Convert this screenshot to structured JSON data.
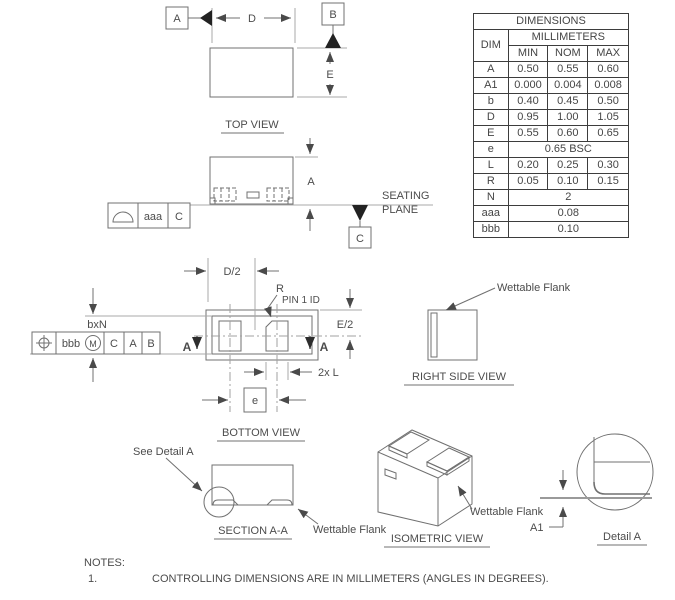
{
  "table": {
    "title": "DIMENSIONS",
    "dim_header": "DIM",
    "unit_header": "MILLIMETERS",
    "columns": [
      "MIN",
      "NOM",
      "MAX"
    ],
    "rows": [
      {
        "dim": "A",
        "min": "0.50",
        "nom": "0.55",
        "max": "0.60"
      },
      {
        "dim": "A1",
        "min": "0.000",
        "nom": "0.004",
        "max": "0.008"
      },
      {
        "dim": "b",
        "min": "0.40",
        "nom": "0.45",
        "max": "0.50"
      },
      {
        "dim": "D",
        "min": "0.95",
        "nom": "1.00",
        "max": "1.05"
      },
      {
        "dim": "E",
        "min": "0.55",
        "nom": "0.60",
        "max": "0.65"
      },
      {
        "dim": "e",
        "value": "0.65 BSC"
      },
      {
        "dim": "L",
        "min": "0.20",
        "nom": "0.25",
        "max": "0.30"
      },
      {
        "dim": "R",
        "min": "0.05",
        "nom": "0.10",
        "max": "0.15"
      },
      {
        "dim": "N",
        "value": "2"
      },
      {
        "dim": "aaa",
        "value": "0.08"
      },
      {
        "dim": "bbb",
        "value": "0.10"
      }
    ]
  },
  "top_view": {
    "label": "TOP VIEW",
    "datum_a": "A",
    "datum_b": "B",
    "dim_d": "D",
    "dim_e": "E"
  },
  "side_view": {
    "dim_a": "A",
    "seating_line1": "SEATING",
    "seating_line2": "PLANE",
    "datum_c": "C",
    "fcf_tol": "aaa",
    "fcf_datum": "C"
  },
  "bottom_view": {
    "label": "BOTTOM VIEW",
    "dim_d_half": "D/2",
    "dim_e_half": "E/2",
    "radius_label": "R",
    "pin1_label": "PIN 1 ID",
    "b_count": "bxN",
    "fcf_tol": "bbb",
    "fcf_mod": "M",
    "fcf_d1": "C",
    "fcf_d2": "A",
    "fcf_d3": "B",
    "dim_l": "2x L",
    "dim_e_pitch": "e",
    "section_left": "A",
    "section_right": "A"
  },
  "right_side_view": {
    "label": "RIGHT SIDE VIEW",
    "callout": "Wettable Flank"
  },
  "section_view": {
    "label": "SECTION A-A",
    "see_detail": "See Detail A",
    "callout": "Wettable Flank"
  },
  "isometric_view": {
    "label": "ISOMETRIC VIEW",
    "callout": "Wettable Flank"
  },
  "detail_view": {
    "label": "Detail A",
    "dim_a1": "A1"
  },
  "notes": {
    "heading": "NOTES:",
    "item_number": "1.",
    "item_text": "CONTROLLING DIMENSIONS ARE IN MILLIMETERS (ANGLES IN DEGREES)."
  }
}
